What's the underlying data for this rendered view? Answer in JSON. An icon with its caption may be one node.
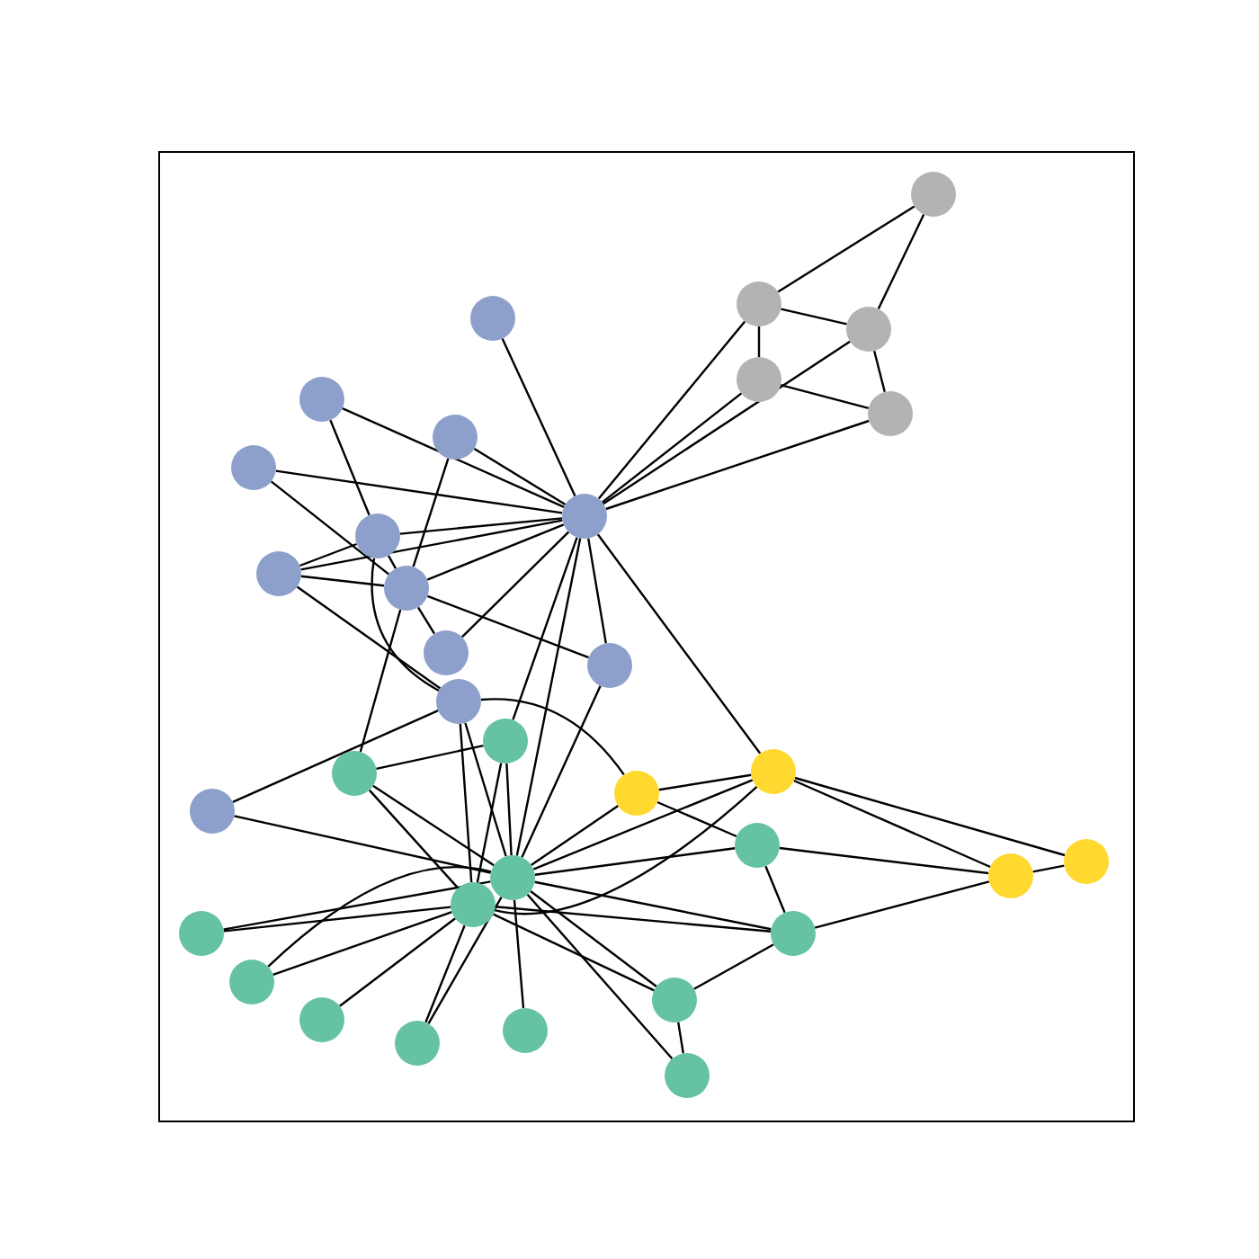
{
  "diagram": {
    "nodes": [
      {
        "text": [],
        "shape": "circle"
      },
      {
        "text": [],
        "shape": "circle"
      },
      {
        "text": [],
        "shape": "circle"
      },
      {
        "text": [],
        "shape": "circle"
      },
      {
        "text": [],
        "shape": "circle"
      },
      {
        "text": [],
        "shape": "circle"
      },
      {
        "text": [],
        "shape": "circle"
      },
      {
        "text": [],
        "shape": "circle"
      },
      {
        "text": [],
        "shape": "circle"
      },
      {
        "text": [],
        "shape": "circle"
      },
      {
        "text": [],
        "shape": "circle"
      },
      {
        "text": [],
        "shape": "circle"
      },
      {
        "text": [],
        "shape": "circle"
      },
      {
        "text": [],
        "shape": "circle"
      },
      {
        "text": [],
        "shape": "circle"
      },
      {
        "text": [],
        "shape": "circle"
      },
      {
        "text": [],
        "shape": "circle"
      },
      {
        "text": [],
        "shape": "circle"
      },
      {
        "text": [],
        "shape": "circle"
      },
      {
        "text": [],
        "shape": "circle"
      },
      {
        "text": [],
        "shape": "circle"
      },
      {
        "text": [],
        "shape": "circle"
      },
      {
        "text": [],
        "shape": "circle"
      },
      {
        "text": [],
        "shape": "circle"
      },
      {
        "text": [],
        "shape": "circle"
      },
      {
        "text": [],
        "shape": "circle"
      },
      {
        "text": [],
        "shape": "circle"
      },
      {
        "text": [],
        "shape": "circle"
      },
      {
        "text": [],
        "shape": "circle"
      },
      {
        "text": [],
        "shape": "circle"
      },
      {
        "text": [],
        "shape": "circle"
      },
      {
        "text": [],
        "shape": "circle"
      },
      {
        "text": [],
        "shape": "circle"
      },
      {
        "text": [],
        "shape": "circle"
      }
    ],
    "edges": [
      {
        "from": 0,
        "to": 1,
        "arrow": "none"
      },
      {
        "from": 0,
        "to": 3,
        "arrow": "none"
      },
      {
        "from": 1,
        "to": 3,
        "arrow": "none"
      },
      {
        "from": 1,
        "to": 4,
        "arrow": "none"
      },
      {
        "from": 3,
        "to": 6,
        "arrow": "none"
      },
      {
        "from": 4,
        "to": 6,
        "arrow": "none"
      },
      {
        "from": 9,
        "to": 1,
        "arrow": "none"
      },
      {
        "from": 9,
        "to": 4,
        "arrow": "none"
      },
      {
        "from": 9,
        "to": 3,
        "arrow": "none"
      },
      {
        "from": 9,
        "to": 6,
        "arrow": "none"
      },
      {
        "from": 9,
        "to": 2,
        "arrow": "none"
      },
      {
        "from": 9,
        "to": 5,
        "arrow": "none"
      },
      {
        "from": 9,
        "to": 7,
        "arrow": "none"
      },
      {
        "from": 9,
        "to": 8,
        "arrow": "none"
      },
      {
        "from": 9,
        "to": 10,
        "arrow": "none"
      },
      {
        "from": 9,
        "to": 11,
        "arrow": "none"
      },
      {
        "from": 9,
        "to": 12,
        "arrow": "none"
      },
      {
        "from": 9,
        "to": 13,
        "arrow": "none"
      },
      {
        "from": 9,
        "to": 14,
        "arrow": "none"
      },
      {
        "from": 9,
        "to": 16,
        "arrow": "none"
      },
      {
        "from": 9,
        "to": 24,
        "arrow": "none"
      },
      {
        "from": 9,
        "to": 17,
        "arrow": "none"
      },
      {
        "from": 5,
        "to": 10,
        "arrow": "none"
      },
      {
        "from": 7,
        "to": 12,
        "arrow": "none"
      },
      {
        "from": 8,
        "to": 12,
        "arrow": "none"
      },
      {
        "from": 10,
        "to": 11,
        "arrow": "none"
      },
      {
        "from": 10,
        "to": 12,
        "arrow": "none"
      },
      {
        "from": 11,
        "to": 12,
        "arrow": "none"
      },
      {
        "from": 11,
        "to": 15,
        "arrow": "none"
      },
      {
        "from": 10,
        "to": 15,
        "arrow": "none"
      },
      {
        "from": 12,
        "to": 13,
        "arrow": "none"
      },
      {
        "from": 12,
        "to": 14,
        "arrow": "none"
      },
      {
        "from": 12,
        "to": 18,
        "arrow": "none"
      },
      {
        "from": 15,
        "to": 19,
        "arrow": "none"
      },
      {
        "from": 15,
        "to": 20,
        "arrow": "none"
      },
      {
        "from": 15,
        "to": 24,
        "arrow": "none"
      },
      {
        "from": 15,
        "to": 25,
        "arrow": "none"
      },
      {
        "from": 16,
        "to": 18,
        "arrow": "none"
      },
      {
        "from": 16,
        "to": 25,
        "arrow": "none"
      },
      {
        "from": 18,
        "to": 24,
        "arrow": "none"
      },
      {
        "from": 18,
        "to": 25,
        "arrow": "none"
      },
      {
        "from": 20,
        "to": 24,
        "arrow": "none"
      },
      {
        "from": 14,
        "to": 24,
        "arrow": "none"
      },
      {
        "from": 19,
        "to": 17,
        "arrow": "none"
      },
      {
        "from": 19,
        "to": 21,
        "arrow": "none"
      },
      {
        "from": 19,
        "to": 24,
        "arrow": "none"
      },
      {
        "from": 17,
        "to": 24,
        "arrow": "none"
      },
      {
        "from": 17,
        "to": 25,
        "arrow": "none"
      },
      {
        "from": 17,
        "to": 23,
        "arrow": "none"
      },
      {
        "from": 17,
        "to": 22,
        "arrow": "none"
      },
      {
        "from": 22,
        "to": 23,
        "arrow": "none"
      },
      {
        "from": 23,
        "to": 21,
        "arrow": "none"
      },
      {
        "from": 23,
        "to": 27,
        "arrow": "none"
      },
      {
        "from": 21,
        "to": 24,
        "arrow": "none"
      },
      {
        "from": 21,
        "to": 27,
        "arrow": "none"
      },
      {
        "from": 24,
        "to": 27,
        "arrow": "none"
      },
      {
        "from": 25,
        "to": 27,
        "arrow": "none"
      },
      {
        "from": 27,
        "to": 29,
        "arrow": "none"
      },
      {
        "from": 24,
        "to": 26,
        "arrow": "none"
      },
      {
        "from": 24,
        "to": 28,
        "arrow": "none"
      },
      {
        "from": 24,
        "to": 29,
        "arrow": "none"
      },
      {
        "from": 24,
        "to": 33,
        "arrow": "none"
      },
      {
        "from": 24,
        "to": 31,
        "arrow": "none"
      },
      {
        "from": 24,
        "to": 32,
        "arrow": "none"
      },
      {
        "from": 25,
        "to": 26,
        "arrow": "none"
      },
      {
        "from": 25,
        "to": 28,
        "arrow": "none"
      },
      {
        "from": 25,
        "to": 30,
        "arrow": "none"
      },
      {
        "from": 25,
        "to": 32,
        "arrow": "none"
      },
      {
        "from": 25,
        "to": 29,
        "arrow": "none"
      },
      {
        "from": 29,
        "to": 33,
        "arrow": "none"
      },
      {
        "from": 16,
        "to": 24,
        "arrow": "none"
      }
    ]
  }
}
